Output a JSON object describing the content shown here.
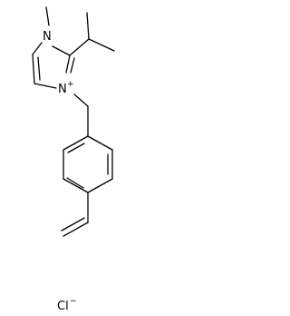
{
  "molecule": {
    "atoms": {
      "n1": "N",
      "n3": "N",
      "n3_charge": "+",
      "chloride": "Cl",
      "chloride_charge": "−"
    }
  }
}
